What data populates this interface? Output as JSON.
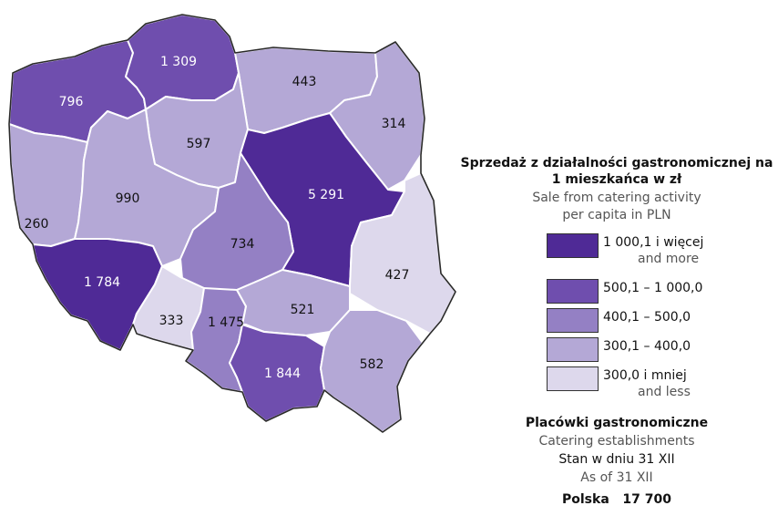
{
  "legend": {
    "title_pl": "Sprzedaż z działalności gastronomicznej na 1 mieszkańca w zł",
    "title_en_line1": "Sale from catering activity",
    "title_en_line2": "per capita in PLN",
    "classes": [
      {
        "label": "1 000,1 i więcej",
        "label_en": "and more",
        "color": "#4f2a96"
      },
      {
        "label": "500,1 – 1 000,0",
        "label_en": "",
        "color": "#6f4eae"
      },
      {
        "label": "400,1 – 500,0",
        "label_en": "",
        "color": "#9480c4"
      },
      {
        "label": "300,1 – 400,0",
        "label_en": "",
        "color": "#b4a8d6"
      },
      {
        "label": "300,0 i mniej",
        "label_en": "and less",
        "color": "#ddd8ec"
      }
    ]
  },
  "establishments": {
    "title_pl": "Placówki gastronomiczne",
    "title_en": "Catering establishments",
    "date_pl": "Stan w dniu 31 XII",
    "date_en": "As of 31 XII",
    "total_label": "Polska",
    "total_value": "17 700"
  },
  "regions": [
    {
      "id": "zachodniopomorskie",
      "value": "796",
      "class": 1
    },
    {
      "id": "pomorskie",
      "value": "1 309",
      "class": 1
    },
    {
      "id": "warminsko-mazurskie",
      "value": "443",
      "class": 3
    },
    {
      "id": "podlaskie",
      "value": "314",
      "class": 3
    },
    {
      "id": "kujawsko-pomorskie",
      "value": "597",
      "class": 3
    },
    {
      "id": "lubuskie",
      "value": "260",
      "class": 3
    },
    {
      "id": "wielkopolskie",
      "value": "990",
      "class": 3
    },
    {
      "id": "mazowieckie",
      "value": "5 291",
      "class": 0
    },
    {
      "id": "lodzkie",
      "value": "734",
      "class": 2
    },
    {
      "id": "lubelskie",
      "value": "427",
      "class": 4
    },
    {
      "id": "dolnoslaskie",
      "value": "1 784",
      "class": 0
    },
    {
      "id": "opolskie",
      "value": "333",
      "class": 4
    },
    {
      "id": "slaskie",
      "value": "1 475",
      "class": 2
    },
    {
      "id": "swietokrzyskie",
      "value": "521",
      "class": 3
    },
    {
      "id": "malopolskie",
      "value": "1 844",
      "class": 1
    },
    {
      "id": "podkarpackie",
      "value": "582",
      "class": 3
    }
  ]
}
